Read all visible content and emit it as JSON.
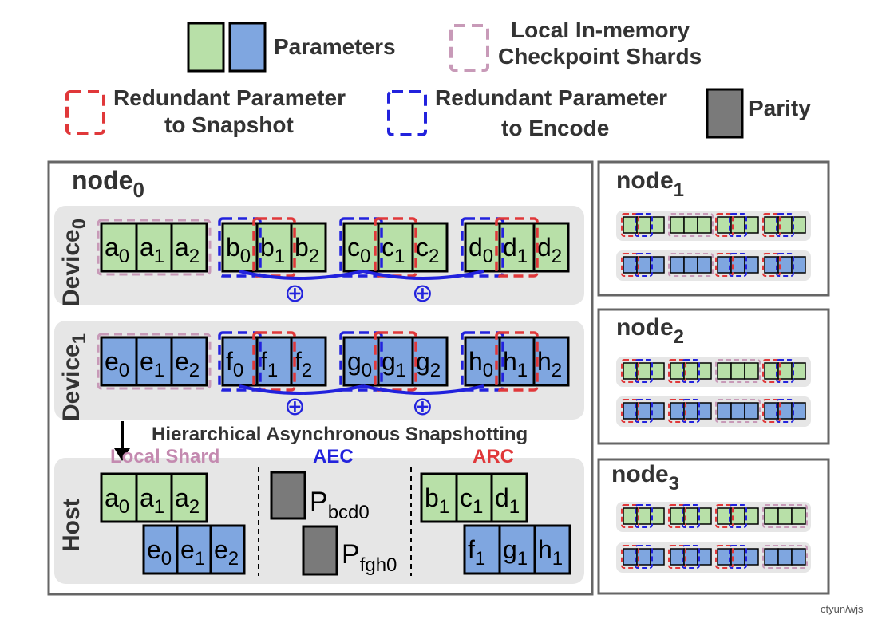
{
  "colors": {
    "green": "#b8e0a8",
    "blue": "#7fa6e0",
    "gray": "#7a7a7a",
    "pink": "#c89ab8",
    "red": "#e0383a",
    "darkblue": "#2222dd",
    "panel": "#e6e6e6",
    "border": "#666666"
  },
  "legend": {
    "parameters": "Parameters",
    "local_line1": "Local In-memory",
    "local_line2": "Checkpoint Shards",
    "red_line1": "Redundant Parameter",
    "red_line2": "to Snapshot",
    "blue_line1": "Redundant Parameter",
    "blue_line2": "to Encode",
    "parity": "Parity"
  },
  "node0": {
    "name": "node",
    "sub": "0",
    "device0": {
      "name": "Device",
      "sub": "0"
    },
    "device1": {
      "name": "Device",
      "sub": "1"
    },
    "caption": "Hierarchical Asynchronous Snapshotting",
    "host": "Host",
    "local_shard": "Local Shard",
    "aec": "AEC",
    "arc": "ARC",
    "xor": "⊕",
    "parity0": {
      "main": "P",
      "sub": "bcd0"
    },
    "parity1": {
      "main": "P",
      "sub": "fgh0"
    }
  },
  "cells": {
    "a": [
      "a",
      "0",
      "1",
      "2"
    ],
    "b": [
      "b",
      "0",
      "1",
      "2"
    ],
    "c": [
      "c",
      "0",
      "1",
      "2"
    ],
    "d": [
      "d",
      "0",
      "1",
      "2"
    ],
    "e": [
      "e",
      "0",
      "1",
      "2"
    ],
    "f": [
      "f",
      "0",
      "1",
      "2"
    ],
    "g": [
      "g",
      "0",
      "1",
      "2"
    ],
    "h": [
      "h",
      "0",
      "1",
      "2"
    ],
    "host_arc_top": [
      "b",
      "1",
      "c",
      "1",
      "d",
      "1"
    ],
    "host_arc_bottom": [
      "f",
      "1",
      "g",
      "1",
      "h",
      "1"
    ]
  },
  "node1": {
    "name": "node",
    "sub": "1"
  },
  "node2": {
    "name": "node",
    "sub": "2"
  },
  "node3": {
    "name": "node",
    "sub": "3"
  },
  "watermark": "ctyun/wjs"
}
